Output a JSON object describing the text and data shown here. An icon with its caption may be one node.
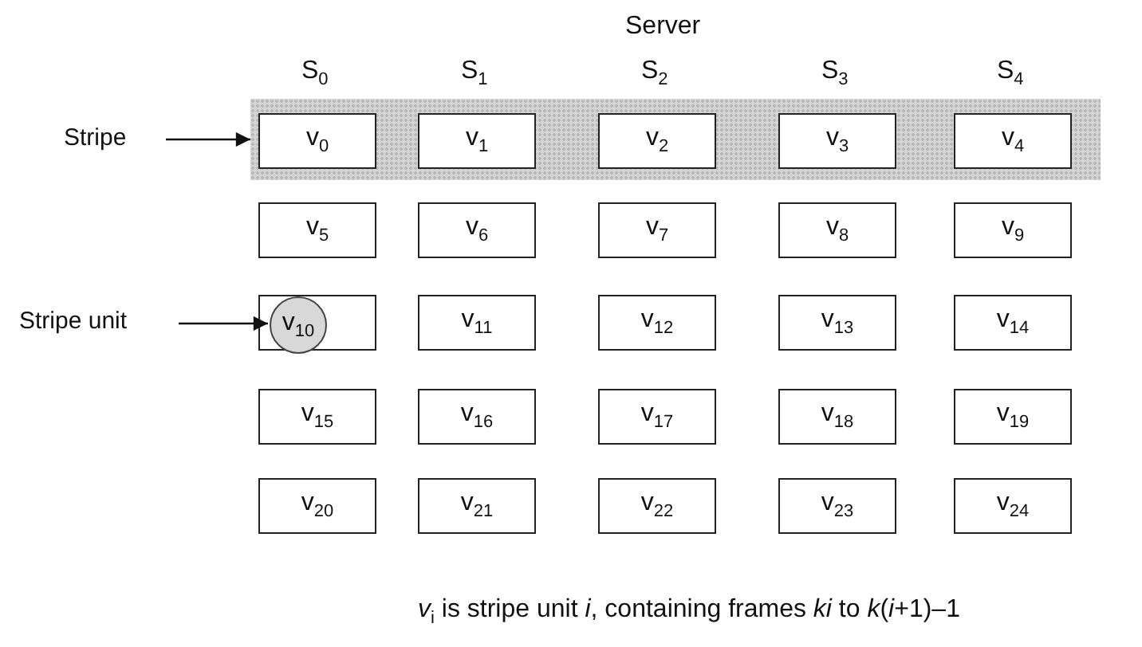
{
  "diagram": {
    "caption": "*v*$_{i}$ is stripe unit *i*, containing frames *ki* to *k*(*i*+1)–1",
    "nodes": [
      {
        "text": [
          "Stripe"
        ]
      },
      {
        "text": [],
        "shape": "band"
      },
      {
        "text": [
          "v$_{0}$"
        ],
        "in": 1
      },
      {
        "text": [
          "v$_{1}$"
        ],
        "in": 1
      },
      {
        "text": [
          "v$_{2}$"
        ],
        "in": 1
      },
      {
        "text": [
          "v$_{3}$"
        ],
        "in": 1
      },
      {
        "text": [
          "v$_{4}$"
        ],
        "in": 1
      },
      {
        "text": [
          "v$_{5}$"
        ]
      },
      {
        "text": [
          "v$_{6}$"
        ]
      },
      {
        "text": [
          "v$_{7}$"
        ]
      },
      {
        "text": [
          "v$_{8}$"
        ]
      },
      {
        "text": [
          "v$_{9}$"
        ]
      },
      {
        "text": [
          "Stripe unit"
        ]
      },
      {
        "text": [],
        "shape": "box"
      },
      {
        "text": [
          "v$_{10}$"
        ],
        "in": 13
      },
      {
        "text": [
          "v$_{11}$"
        ]
      },
      {
        "text": [
          "v$_{12}$"
        ]
      },
      {
        "text": [
          "v$_{13}$"
        ]
      },
      {
        "text": [
          "v$_{14}$"
        ]
      },
      {
        "text": [
          "v$_{15}$"
        ]
      },
      {
        "text": [
          "v$_{16}$"
        ]
      },
      {
        "text": [
          "v$_{17}$"
        ]
      },
      {
        "text": [
          "v$_{18}$"
        ]
      },
      {
        "text": [
          "v$_{19}$"
        ]
      },
      {
        "text": [
          "v$_{20}$"
        ]
      },
      {
        "text": [
          "v$_{21}$"
        ]
      },
      {
        "text": [
          "v$_{22}$"
        ]
      },
      {
        "text": [
          "v$_{23}$"
        ]
      },
      {
        "text": [
          "v$_{24}$"
        ]
      }
    ],
    "edges": [
      {
        "from": 0,
        "to": 1,
        "arrow": "to"
      },
      {
        "from": 12,
        "to": 14,
        "arrow": "to"
      }
    ],
    "labels": [
      "Server",
      "S$_{0}$",
      "S$_{1}$",
      "S$_{2}$",
      "S$_{3}$",
      "S$_{4}$"
    ]
  }
}
